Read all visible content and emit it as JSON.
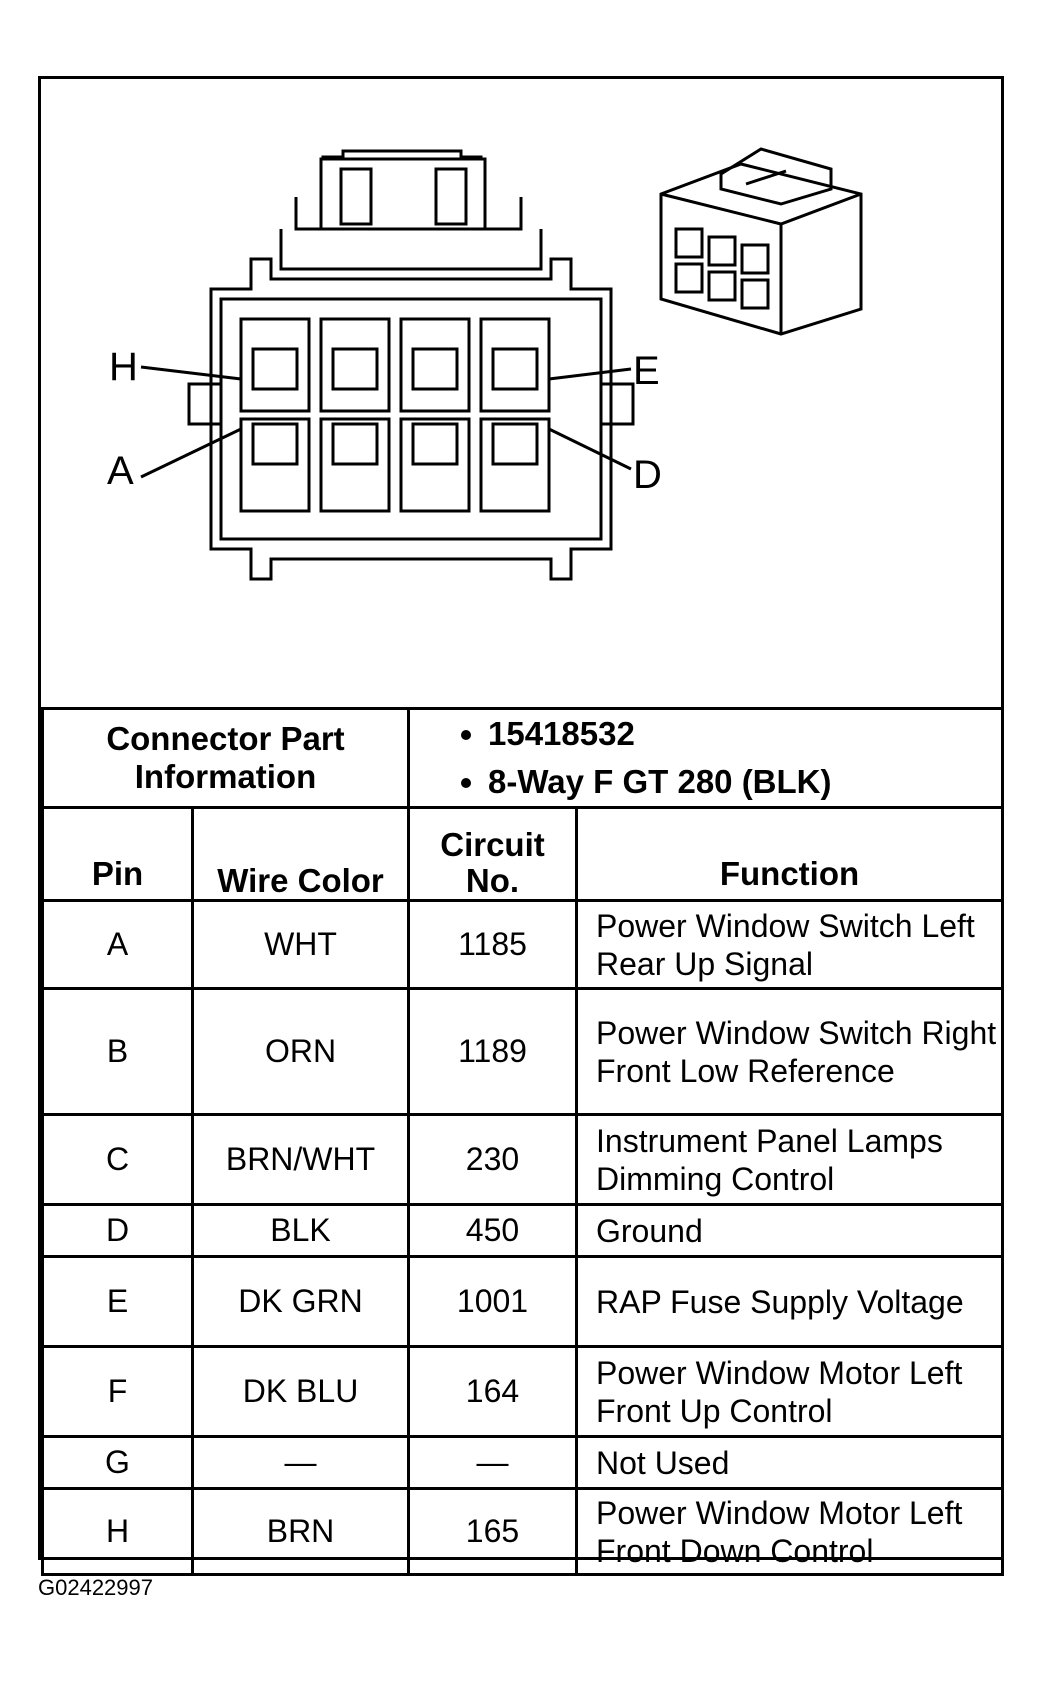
{
  "diagram": {
    "pin_labels": {
      "top_left": "H",
      "bottom_left": "A",
      "top_right": "E",
      "bottom_right": "D"
    }
  },
  "connector_info": {
    "label": "Connector Part Information",
    "items": [
      "15418532",
      "8-Way F GT 280 (BLK)"
    ]
  },
  "table": {
    "headers": {
      "pin": "Pin",
      "wire_color": "Wire Color",
      "circuit": "Circuit No.",
      "function": "Function"
    },
    "rows": [
      {
        "pin": "A",
        "color": "WHT",
        "circuit": "1185",
        "function": "Power Window Switch Left Rear Up Signal"
      },
      {
        "pin": "B",
        "color": "ORN",
        "circuit": "1189",
        "function": "Power Window Switch Right Front Low Reference"
      },
      {
        "pin": "C",
        "color": "BRN/WHT",
        "circuit": "230",
        "function": "Instrument Panel Lamps Dimming Control"
      },
      {
        "pin": "D",
        "color": "BLK",
        "circuit": "450",
        "function": "Ground"
      },
      {
        "pin": "E",
        "color": "DK GRN",
        "circuit": "1001",
        "function": "RAP Fuse Supply Voltage"
      },
      {
        "pin": "F",
        "color": "DK BLU",
        "circuit": "164",
        "function": "Power Window Motor Left Front Up Control"
      },
      {
        "pin": "G",
        "color": "—",
        "circuit": "—",
        "function": "Not Used"
      },
      {
        "pin": "H",
        "color": "BRN",
        "circuit": "165",
        "function": "Power Window Motor Left Front Down Control"
      }
    ]
  },
  "figure_id": "G02422997"
}
